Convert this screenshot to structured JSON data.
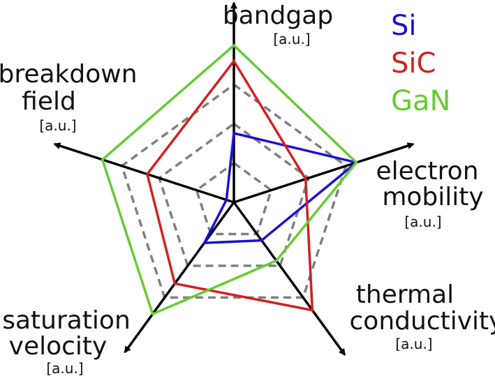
{
  "chart_data": {
    "type": "radar",
    "axes": [
      {
        "name_lines": [
          "bandgap"
        ],
        "unit": "[a.u.]"
      },
      {
        "name_lines": [
          "electron",
          "mobility"
        ],
        "unit": "[a.u.]"
      },
      {
        "name_lines": [
          "thermal",
          "conductivity"
        ],
        "unit": "[a.u.]"
      },
      {
        "name_lines": [
          "saturation",
          "velocity"
        ],
        "unit": "[a.u.]"
      },
      {
        "name_lines": [
          "breakdown",
          "field"
        ],
        "unit": "[a.u.]"
      }
    ],
    "grid_levels": [
      0.25,
      0.5,
      0.75
    ],
    "series": [
      {
        "name": "Si",
        "color": "#1a10d8",
        "values": [
          0.44,
          0.82,
          0.3,
          0.32,
          0.05
        ]
      },
      {
        "name": "SiC",
        "color": "#d42020",
        "values": [
          0.9,
          0.48,
          0.85,
          0.64,
          0.58
        ]
      },
      {
        "name": "GaN",
        "color": "#66cc33",
        "values": [
          1.0,
          0.82,
          0.46,
          0.88,
          0.88
        ]
      }
    ],
    "legend_position": "top-right",
    "grid_color": "#808080",
    "axis_color": "#000000"
  }
}
